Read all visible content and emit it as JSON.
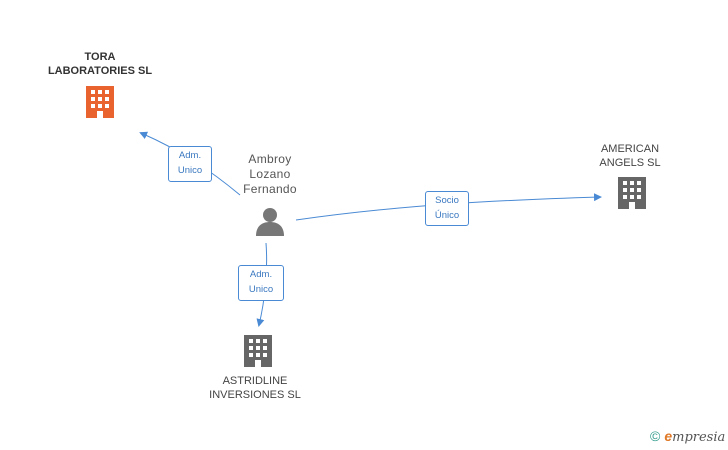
{
  "nodes": {
    "tora": {
      "line1": "TORA",
      "line2": "LABORATORIES SL",
      "color": "#e8632e",
      "icon": "building-icon"
    },
    "american": {
      "line1": "AMERICAN",
      "line2": "ANGELS SL",
      "color": "#666666",
      "icon": "building-icon"
    },
    "astridline": {
      "line1": "ASTRIDLINE",
      "line2": "INVERSIONES SL",
      "color": "#666666",
      "icon": "building-icon"
    },
    "person": {
      "line1": "Ambroy",
      "line2": "Lozano",
      "line3": "Fernando",
      "color": "#777777",
      "icon": "person-icon"
    }
  },
  "relations": {
    "to_tora": {
      "line1": "Adm.",
      "line2": "Unico"
    },
    "to_american": {
      "line1": "Socio",
      "line2": "Único"
    },
    "to_astridline": {
      "line1": "Adm.",
      "line2": "Unico"
    }
  },
  "colors": {
    "edge": "#4a8ad4",
    "highlight": "#e8632e"
  },
  "brand": {
    "copyright": "©",
    "initial": "e",
    "name": "mpresia"
  }
}
